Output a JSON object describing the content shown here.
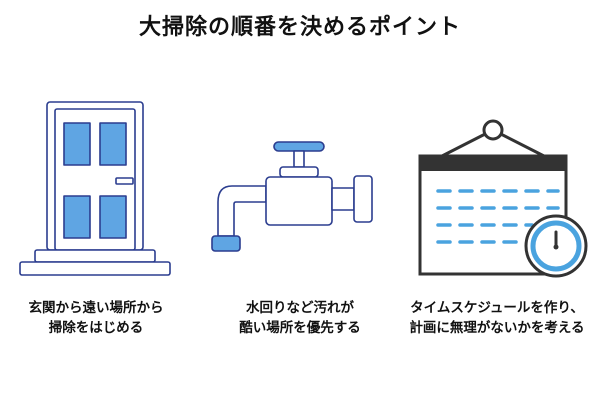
{
  "title": "大掃除の順番を決めるポイント",
  "colors": {
    "outline": "#2b3d8f",
    "fill_blue": "#5fa5e3",
    "fill_white": "#ffffff",
    "dark": "#333333",
    "dash_blue": "#4aa3df"
  },
  "items": [
    {
      "icon": "door-icon",
      "caption_lines": [
        "玄関から遠い場所から",
        "掃除をはじめる"
      ]
    },
    {
      "icon": "faucet-icon",
      "caption_lines": [
        "水回りなど汚れが",
        "酷い場所を優先する"
      ]
    },
    {
      "icon": "calendar-clock-icon",
      "caption_lines": [
        "タイムスケジュールを作り、",
        "計画に無理がないかを考える"
      ]
    }
  ]
}
